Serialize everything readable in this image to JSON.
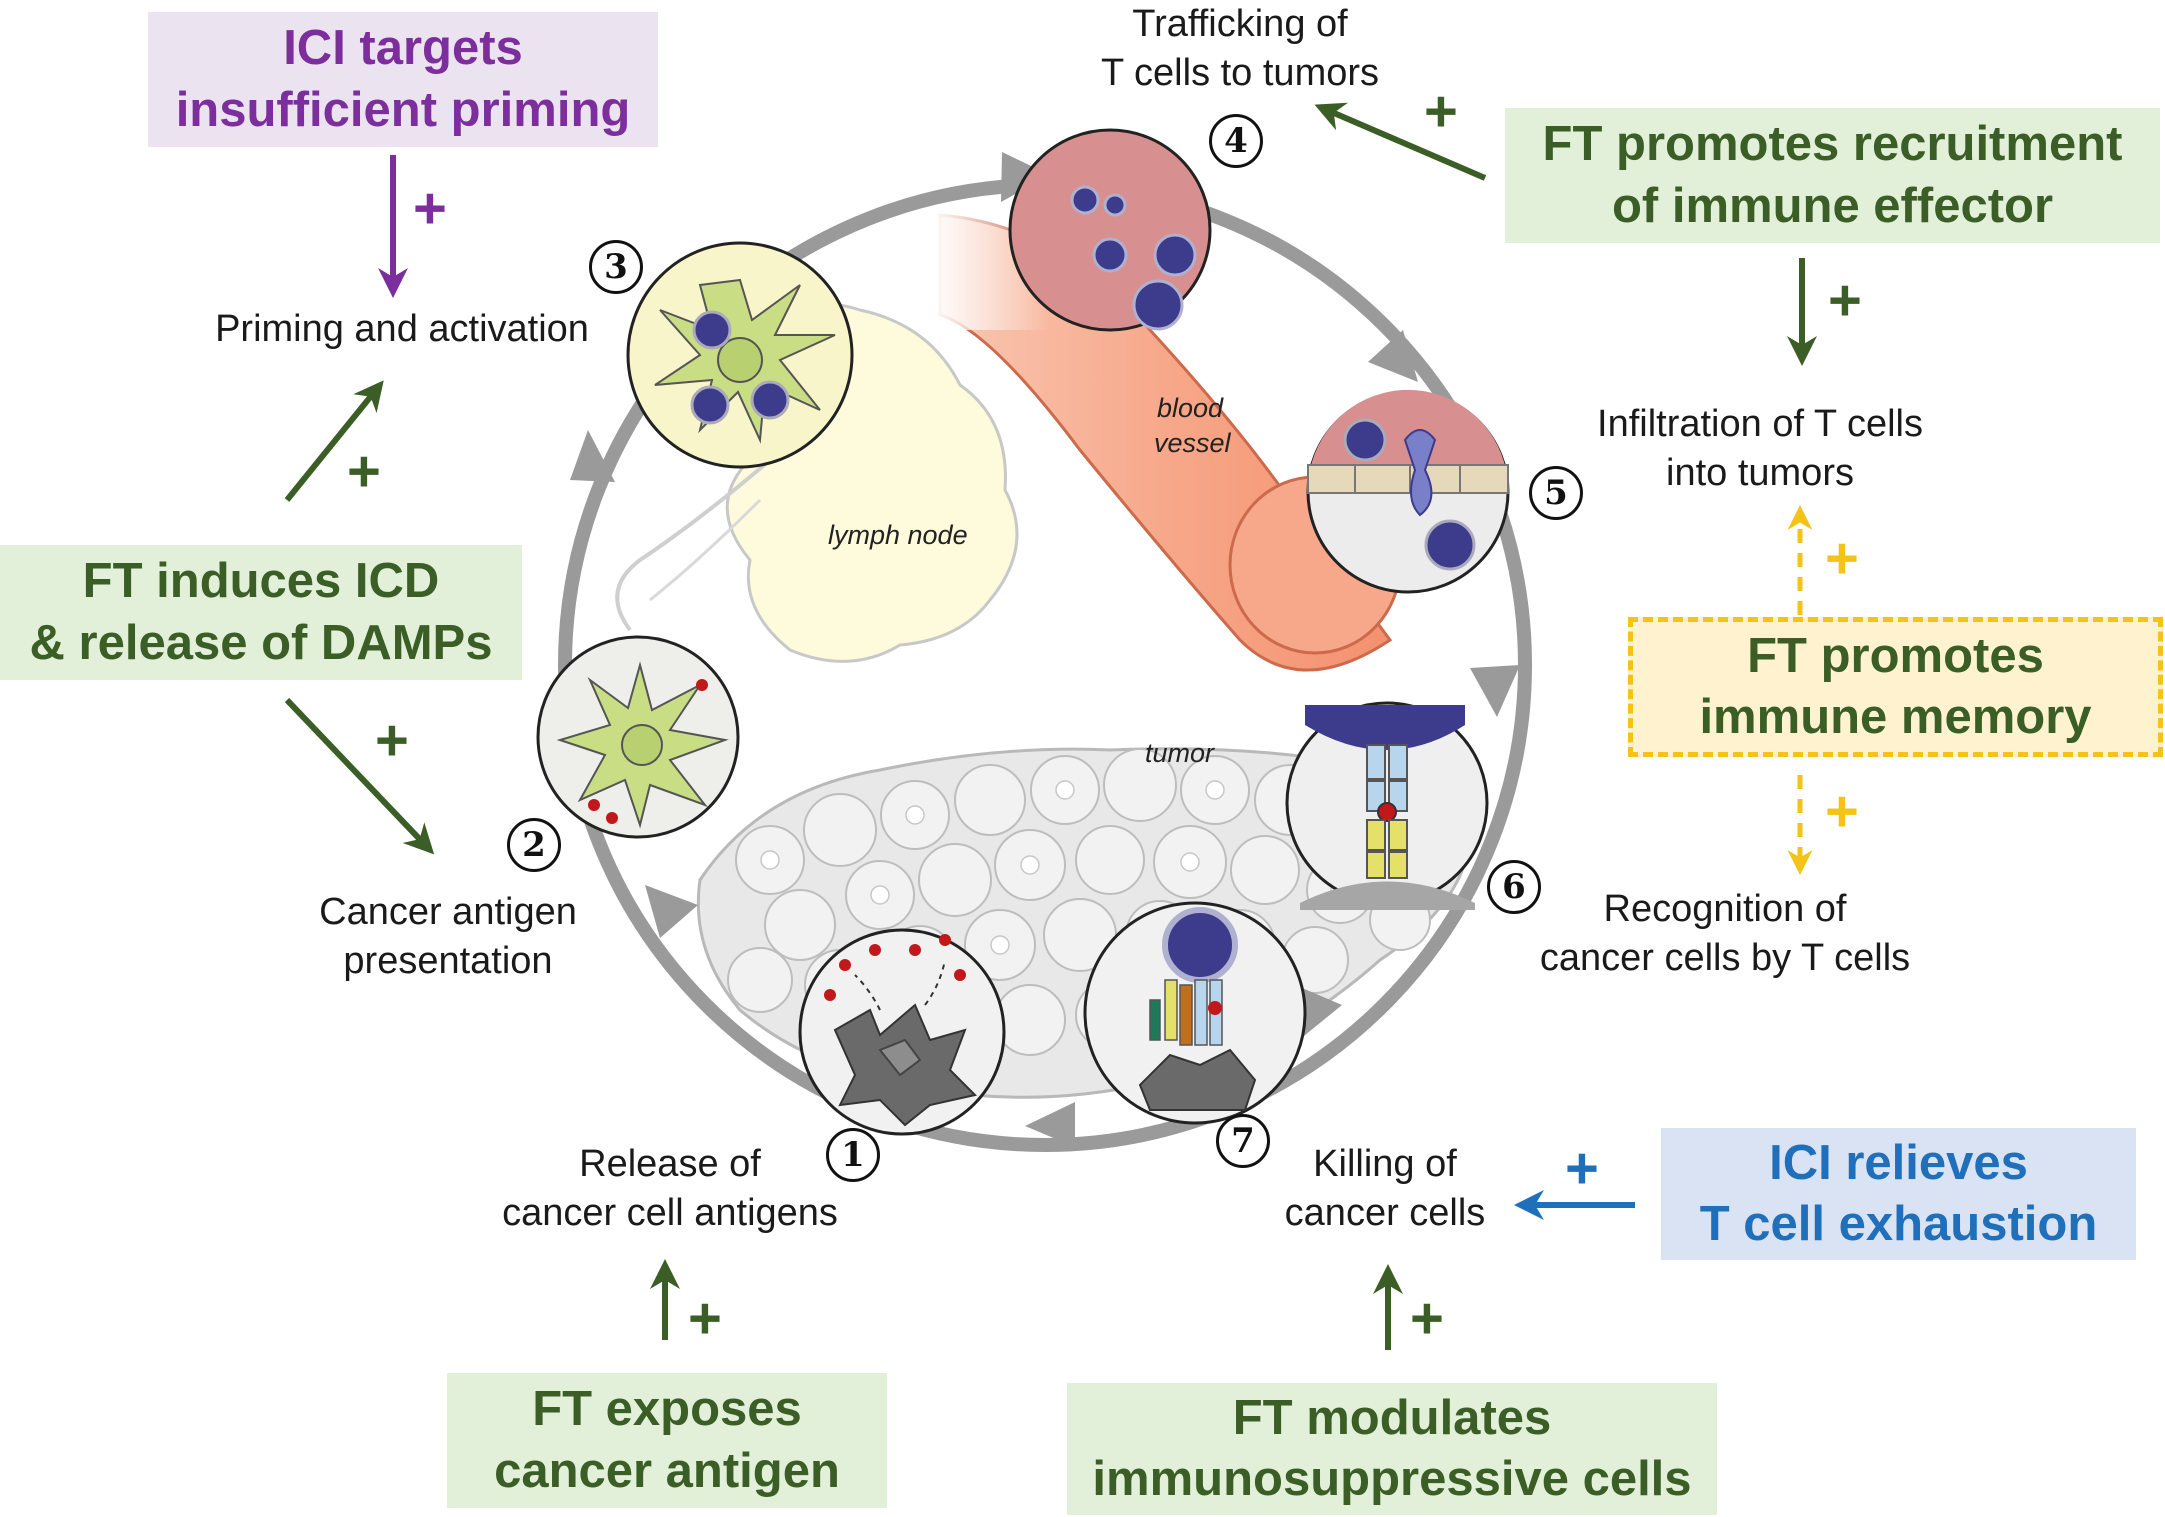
{
  "steps": {
    "s1": {
      "number": "1",
      "line1": "Release of",
      "line2": "cancer cell antigens"
    },
    "s2": {
      "number": "2",
      "line1": "Cancer antigen",
      "line2": "presentation"
    },
    "s3": {
      "number": "3",
      "line1": "Priming and activation"
    },
    "s4": {
      "number": "4",
      "line1": "Trafficking of",
      "line2": "T cells to tumors"
    },
    "s5": {
      "number": "5",
      "line1": "Infiltration of T cells",
      "line2": "into tumors"
    },
    "s6": {
      "number": "6",
      "line1": "Recognition of",
      "line2": "cancer cells by T cells"
    },
    "s7": {
      "number": "7",
      "line1": "Killing of",
      "line2": "cancer cells"
    }
  },
  "boxes": {
    "ici_priming": {
      "line1": "ICI targets",
      "line2": "insufficient priming"
    },
    "ft_icd": {
      "line1": "FT induces ICD",
      "line2": "& release of DAMPs"
    },
    "ft_recruit": {
      "line1": "FT promotes recruitment",
      "line2": "of immune effector"
    },
    "ft_memory": {
      "line1": "FT promotes",
      "line2": "immune memory"
    },
    "ici_exhaustion": {
      "line1": "ICI relieves",
      "line2": "T cell exhaustion"
    },
    "ft_antigen": {
      "line1": "FT exposes",
      "line2": "cancer antigen"
    },
    "ft_suppress": {
      "line1": "FT modulates",
      "line2": "immunosuppressive cells"
    }
  },
  "labels": {
    "lymph_node": "lymph node",
    "blood_vessel_1": "blood",
    "blood_vessel_2": "vessel",
    "tumor": "tumor"
  },
  "plus_sign": "+",
  "colors": {
    "ft_green": "#3b5e26",
    "ft_green_bg": "#e2efd9",
    "ici_purple": "#7b2e9c",
    "ici_purple_bg": "#ece3f1",
    "ici_blue": "#1f6fbb",
    "ici_blue_bg": "#dae3f3",
    "memory_yellow": "#f3c318",
    "memory_yellow_bg": "#fff3cf",
    "cycle_gray": "#9a9a9a"
  }
}
